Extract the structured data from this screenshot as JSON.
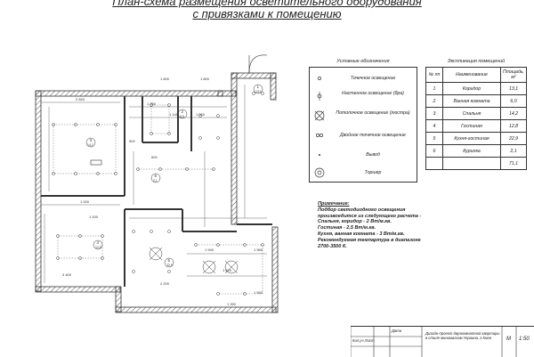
{
  "header": {
    "title_line1": "План-схема размещения осветительного оборудования",
    "title_line2": "с привязками к помещению"
  },
  "legend": {
    "title": "Условные обозначения",
    "items": [
      {
        "icon": "spot-light-icon",
        "label": "Точечное освещение"
      },
      {
        "icon": "wall-light-icon",
        "label": "Настенное освещение (бра)"
      },
      {
        "icon": "ceiling-chandelier-icon",
        "label": "Потолочное освещение (люстра)"
      },
      {
        "icon": "double-spot-light-icon",
        "label": "Двойное точечное освещение"
      },
      {
        "icon": "outlet-icon",
        "label": "Вывод"
      },
      {
        "icon": "floor-lamp-icon",
        "label": "Торшер"
      }
    ]
  },
  "explication": {
    "title": "Экспликация помещений",
    "headers": {
      "num": "№ пп",
      "name": "Наименование",
      "area": "Площадь, м²"
    },
    "rows": [
      {
        "num": "1",
        "name": "Коридор",
        "area": "13,1"
      },
      {
        "num": "2",
        "name": "Ванная комната",
        "area": "6,0"
      },
      {
        "num": "3",
        "name": "Спальня",
        "area": "14,2"
      },
      {
        "num": "4",
        "name": "Гостиная",
        "area": "12,8"
      },
      {
        "num": "5",
        "name": "Кухня-гостиная",
        "area": "22,9"
      },
      {
        "num": "6",
        "name": "Курилка",
        "area": "2,1"
      }
    ],
    "total": "71,1"
  },
  "note": {
    "lines": [
      "Примечание:",
      "Подбор светодиодного освещения",
      "произвоедится из следующего расчета -",
      "Спальня, коридор - 2 Вт/м.кв.",
      "Гостиная - 2,5 Вт/м.кв.",
      "Кухня, ванная комната - 3 Вт/м.кв.",
      "Рекомендуемая темпартура в диапазоне",
      "2700-3500 К."
    ]
  },
  "stamp": {
    "date_label": "Дата",
    "sign_label": "Кол.уч Лист",
    "project": "Дизайн-проект двухкомнатной квартиры в стиле минимализм Украина, г.Киев",
    "scale_label": "М",
    "scale": "1:50"
  },
  "plan": {
    "room_labels": [
      "3",
      "2",
      "1",
      "6",
      "4",
      "5"
    ],
    "room_areas": [
      "14,2",
      "6,0",
      "13,1",
      "2,1",
      "12,8",
      "22,9"
    ],
    "dims": [
      "2 820",
      "1 600",
      "1 800",
      "1 750",
      "1 145",
      "1 060",
      "900",
      "600",
      "1 000",
      "1 200",
      "3 400",
      "2 200",
      "1 940",
      "1 640",
      "1 960",
      "1 560",
      "1 390"
    ]
  },
  "colors": {
    "line": "#333333",
    "wall_hatch": "#555555",
    "paper": "#ffffff"
  }
}
